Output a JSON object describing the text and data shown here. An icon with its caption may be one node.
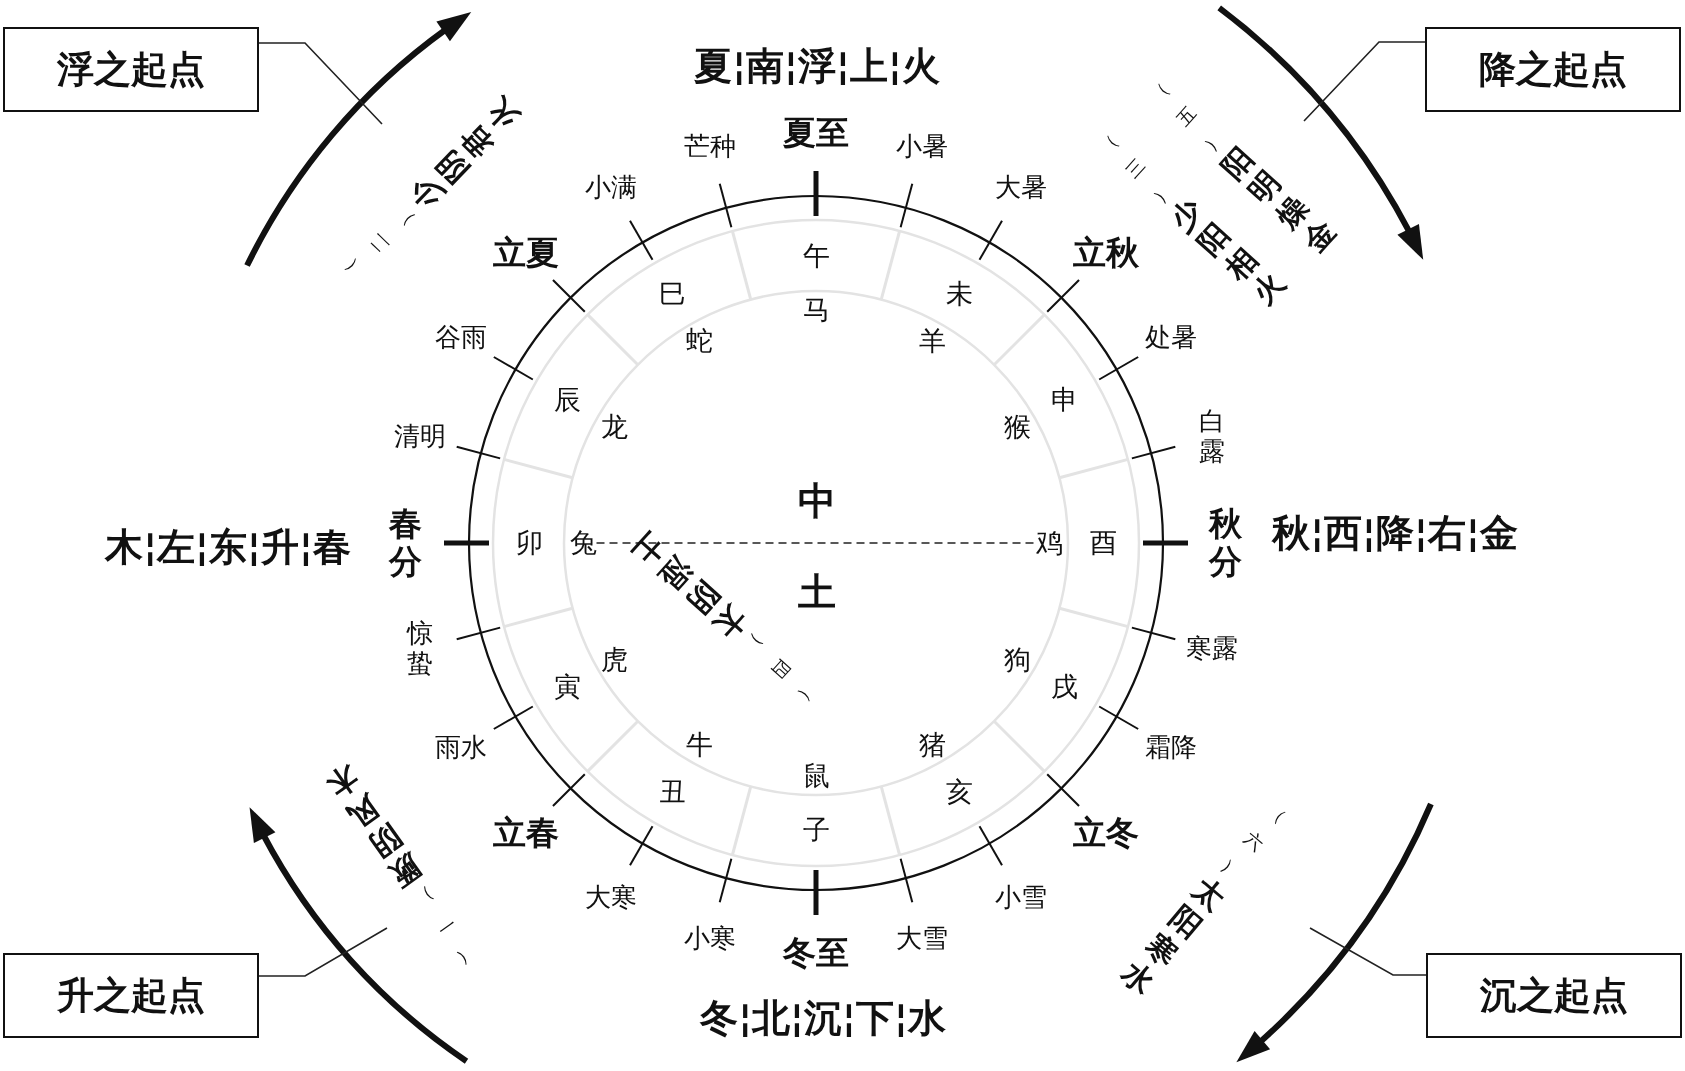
{
  "diagram": {
    "nodes": [
      {
        "text": [
          "浮之起点"
        ]
      },
      {
        "text": [],
        "shape": "arrow"
      },
      {
        "text": [],
        "shape": "arrow"
      },
      {
        "text": [
          "降之起点"
        ]
      },
      {
        "text": [
          "兔"
        ]
      },
      {
        "text": [
          "鸡"
        ]
      },
      {
        "text": [],
        "shape": "arrow"
      },
      {
        "text": [],
        "shape": "arrow"
      },
      {
        "text": [
          "升之起点"
        ]
      },
      {
        "text": [
          "沉之起点"
        ]
      }
    ],
    "edges": [
      {
        "from": 0,
        "to": 1,
        "arrow": "none"
      },
      {
        "from": 3,
        "to": 2,
        "arrow": "none"
      },
      {
        "from": 4,
        "to": 5,
        "arrow": "none",
        "style": "dashed"
      },
      {
        "from": 8,
        "to": 6,
        "arrow": "none"
      },
      {
        "from": 9,
        "to": 7,
        "arrow": "none"
      }
    ],
    "labels": [
      "夏¦南¦浮¦上¦火",
      "芒种",
      "夏至",
      "小暑",
      "$^{（二）}$少阴君火",
      "$^{（五）}$阳明燥金",
      "小满",
      "大暑",
      "$^{（三）}$少阳相火",
      "立夏",
      "午",
      "立秋",
      "巳",
      "马",
      "未",
      "谷雨",
      "蛇",
      "羊",
      "处暑",
      "辰",
      "申",
      "清明",
      "龙",
      "猴",
      "白露",
      "中",
      "木¦左¦东¦升¦春",
      "春分",
      "卯",
      "酉",
      "秋分",
      "秋¦西¦降¦右¦金",
      "土",
      "惊蛰",
      "虎",
      "$^{（四）}$太阴湿土",
      "狗",
      "寒露",
      "寅",
      "戌",
      "雨水",
      "牛",
      "猪",
      "霜降",
      "丑",
      "鼠",
      "亥",
      "立春",
      "子",
      "立冬",
      "$^{（一）}$厥阴风木",
      "大寒",
      "小雪",
      "$^{（六）}$太阳寒水",
      "小寒",
      "冬至",
      "大雪",
      "冬¦北¦沉¦下¦水"
    ]
  }
}
